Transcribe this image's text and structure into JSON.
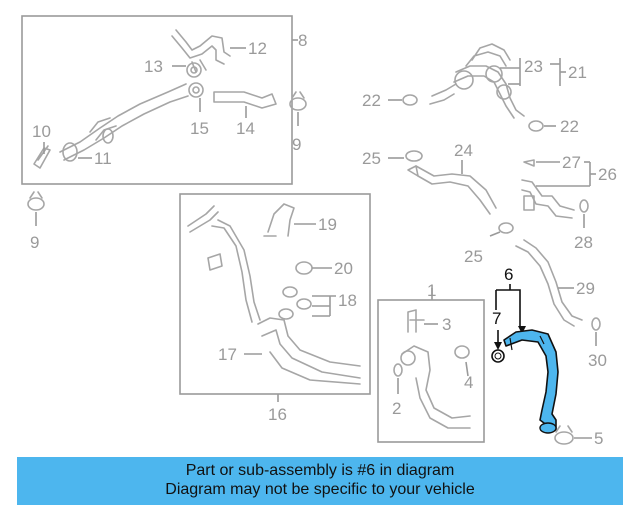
{
  "callouts": {
    "n1": "1",
    "n2": "2",
    "n3": "3",
    "n4": "4",
    "n5": "5",
    "n6": "6",
    "n7": "7",
    "n8": "8",
    "n9a": "9",
    "n9b": "9",
    "n10": "10",
    "n11": "11",
    "n12": "12",
    "n13": "13",
    "n14": "14",
    "n15": "15",
    "n16": "16",
    "n17": "17",
    "n18": "18",
    "n19": "19",
    "n20": "20",
    "n21": "21",
    "n22a": "22",
    "n22b": "22",
    "n23": "23",
    "n24": "24",
    "n25a": "25",
    "n25b": "25",
    "n26": "26",
    "n27": "27",
    "n28": "28",
    "n29": "29",
    "n30": "30"
  },
  "highlight_color": "#3f9fe0",
  "banner": {
    "line1": "Part or sub-assembly is #6 in diagram",
    "line2": "Diagram may not be specific to your vehicle",
    "background": "#4db6ee"
  }
}
